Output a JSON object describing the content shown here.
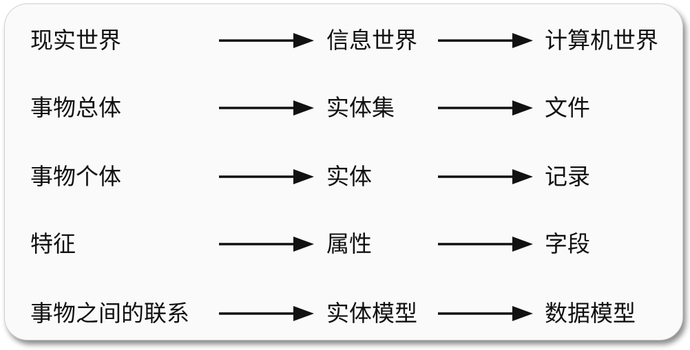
{
  "rows": [
    {
      "c1": "现实世界",
      "c2": "信息世界",
      "c3": "计算机世界"
    },
    {
      "c1": "事物总体",
      "c2": "实体集",
      "c3": "文件"
    },
    {
      "c1": "事物个体",
      "c2": "实体",
      "c3": "记录"
    },
    {
      "c1": "特征",
      "c2": "属性",
      "c3": "字段"
    },
    {
      "c1": "事物之间的联系",
      "c2": "实体模型",
      "c3": "数据模型"
    }
  ]
}
